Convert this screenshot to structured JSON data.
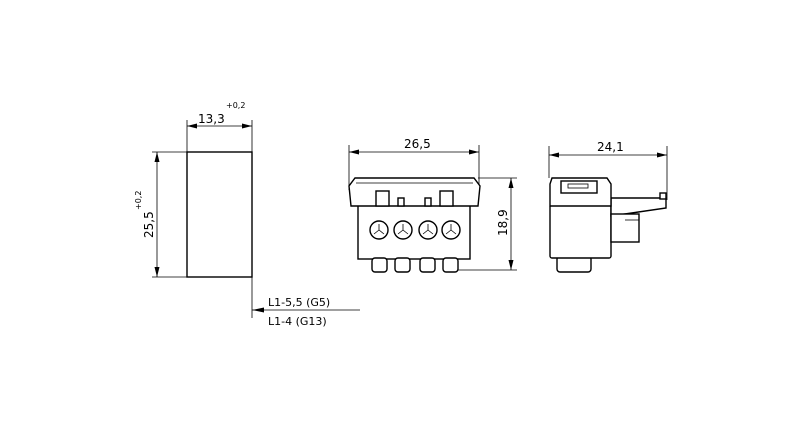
{
  "top_view": {
    "width_dim": "13,3",
    "width_tol": "+0,2",
    "height_dim": "25,5",
    "height_tol": "+0,2",
    "cutout_label_1": "L1-5,5 (G5)",
    "cutout_label_2": "L1-4 (G13)"
  },
  "front_view": {
    "width_dim": "26,5",
    "height_dim": "18,9"
  },
  "side_view": {
    "width_dim": "24,1"
  },
  "colors": {
    "line": "#000000",
    "background": "#ffffff"
  }
}
